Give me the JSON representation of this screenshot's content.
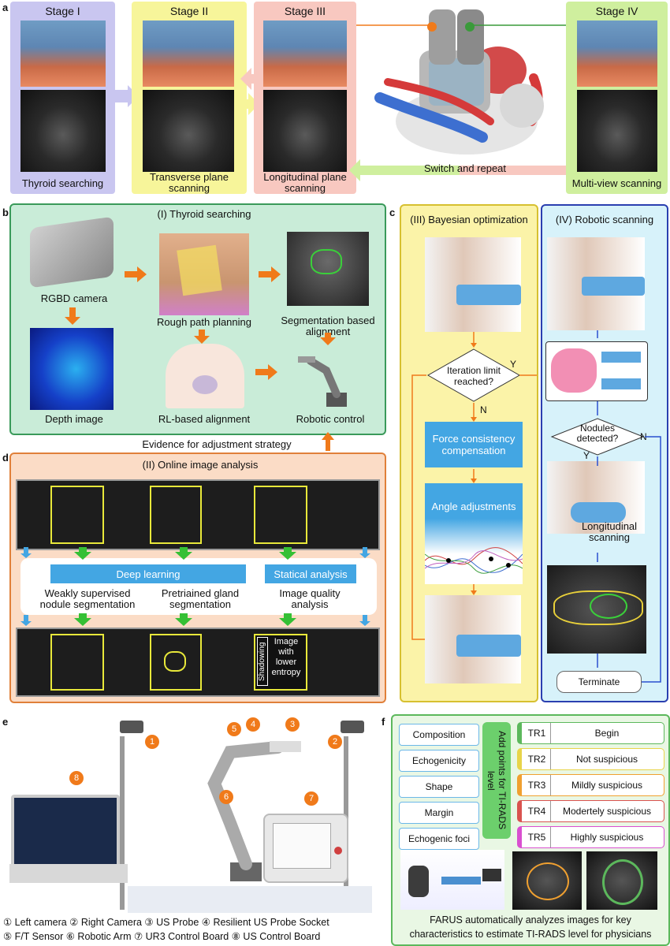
{
  "panel_labels": {
    "a": "a",
    "b": "b",
    "c": "c",
    "d": "d",
    "e": "e",
    "f": "f"
  },
  "panel_a": {
    "stage1": {
      "title": "Stage I",
      "caption": "Thyroid searching"
    },
    "stage2": {
      "title": "Stage II",
      "caption": "Transverse plane scanning"
    },
    "stage3": {
      "title": "Stage III",
      "caption": "Longitudinal plane scanning"
    },
    "stage4": {
      "title": "Stage IV",
      "caption": "Multi-view scanning"
    },
    "switch": "Switch and repeat"
  },
  "panel_b": {
    "title": "(I) Thyroid searching",
    "rgbd": "RGBD camera",
    "depth": "Depth image",
    "rough": "Rough path planning",
    "rl": "RL-based alignment",
    "seg": "Segmentation based alignment",
    "robot": "Robotic control",
    "evidence": "Evidence for adjustment strategy"
  },
  "panel_c": {
    "bayes_title": "(III) Bayesian optimization",
    "iter": "Iteration limit reached?",
    "y": "Y",
    "n": "N",
    "force": "Force consistency compensation",
    "angle": "Angle adjustments",
    "robotic_title": "(IV)  Robotic scanning",
    "nodules": "Nodules detected?",
    "y2": "Y",
    "n2": "N",
    "longitudinal": "Longitudinal scanning",
    "terminate": "Terminate"
  },
  "panel_d": {
    "title": "(II) Online image analysis",
    "deep": "Deep learning",
    "stat": "Statical analysis",
    "weak": "Weakly supervised nodule segmentation",
    "pre": "Pretriained gland segmentation",
    "iq": "Image quality analysis",
    "shadowing": "Shadowing",
    "entropy": "Image with lower entropy"
  },
  "panel_e": {
    "legend_line1": "① Left camera ② Right Camera ③ US Probe ④ Resilient US Probe Socket",
    "legend_line2": "⑤ F/T Sensor ⑥ Robotic Arm ⑦ UR3 Control Board ⑧ US Control Board",
    "markers": [
      "1",
      "2",
      "3",
      "4",
      "5",
      "6",
      "7",
      "8"
    ]
  },
  "panel_f": {
    "features": [
      "Composition",
      "Echogenicity",
      "Shape",
      "Margin",
      "Echogenic foci"
    ],
    "add_points": "Add points for TI-RADS level",
    "levels": [
      {
        "code": "TR1",
        "label": "Begin",
        "color": "#5cb85c"
      },
      {
        "code": "TR2",
        "label": "Not suspicious",
        "color": "#e8d44a"
      },
      {
        "code": "TR3",
        "label": "Mildly suspicious",
        "color": "#f0a030"
      },
      {
        "code": "TR4",
        "label": "Modertely suspicious",
        "color": "#d9534f"
      },
      {
        "code": "TR5",
        "label": "Highly suspicious",
        "color": "#d94fd0"
      }
    ],
    "caption_line1": "FARUS automatically analyzes images for key",
    "caption_line2": "characteristics to estimate TI-RADS level for physicians"
  },
  "colors": {
    "stage1": "#c9c6f0",
    "stage2": "#f7f59a",
    "stage3": "#f8c8c0",
    "stage4": "#cfef9e",
    "panel_b_bg": "#c9ecd8",
    "panel_c_bg": "#fbf3a8",
    "panel_iv_bg": "#d7f2fa",
    "panel_d_bg": "#fbdcc6",
    "panel_f_bg": "#e9f7e4",
    "arrow": "#f07a1a",
    "blue": "#43a6e3"
  }
}
